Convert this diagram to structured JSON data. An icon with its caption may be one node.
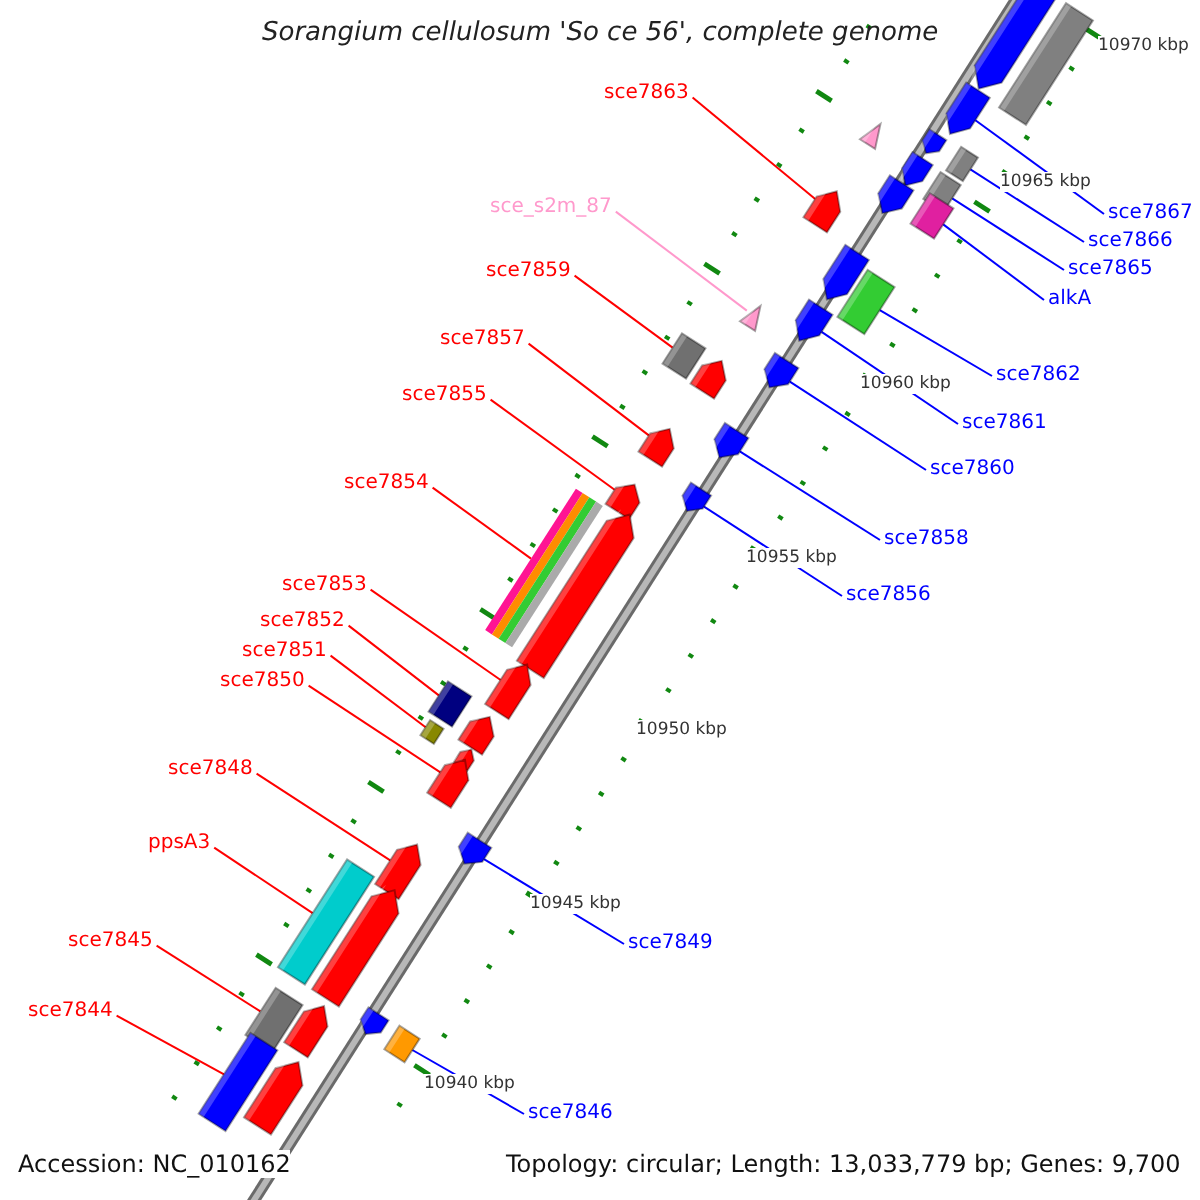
{
  "diagram": {
    "title": "Sorangium cellulosum 'So ce 56', complete genome",
    "nodes": [
      {
        "text": [
          "sce7863"
        ]
      },
      {
        "text": [
          "sce_s2m_87"
        ]
      },
      {
        "text": [
          "sce7859"
        ]
      },
      {
        "text": [
          "sce7857"
        ]
      },
      {
        "text": [
          "sce7855"
        ]
      },
      {
        "text": [
          "sce7854"
        ]
      },
      {
        "text": [
          "sce7853"
        ]
      },
      {
        "text": [
          "sce7852"
        ]
      },
      {
        "text": [
          "sce7851"
        ]
      },
      {
        "text": [
          "sce7850"
        ]
      },
      {
        "text": [
          "sce7848"
        ]
      },
      {
        "text": [
          "ppsA3"
        ]
      },
      {
        "text": [
          "sce7845"
        ]
      },
      {
        "text": [
          "sce7844"
        ]
      },
      {
        "text": [
          "sce7867"
        ]
      },
      {
        "text": [
          "sce7866"
        ]
      },
      {
        "text": [
          "sce7865"
        ]
      },
      {
        "text": [
          "alkA"
        ]
      },
      {
        "text": [
          "sce7862"
        ]
      },
      {
        "text": [
          "sce7861"
        ]
      },
      {
        "text": [
          "sce7860"
        ]
      },
      {
        "text": [
          "sce7858"
        ]
      },
      {
        "text": [
          "sce7856"
        ]
      },
      {
        "text": [
          "sce7849"
        ]
      },
      {
        "text": [
          "sce7846"
        ]
      },
      {
        "text": [],
        "shape": "arrow"
      },
      {
        "text": [],
        "shape": "box"
      },
      {
        "text": [],
        "shape": "arrow"
      },
      {
        "text": [],
        "shape": "triangle"
      },
      {
        "text": [],
        "shape": "arrow"
      },
      {
        "text": [],
        "shape": "box"
      },
      {
        "text": [],
        "shape": "arrow"
      },
      {
        "text": [],
        "shape": "box"
      },
      {
        "text": [],
        "shape": "arrow"
      },
      {
        "text": [],
        "shape": "arrow"
      },
      {
        "text": [],
        "shape": "box"
      },
      {
        "text": [],
        "shape": "arrow"
      },
      {
        "text": [],
        "shape": "box"
      },
      {
        "text": [],
        "shape": "triangle"
      },
      {
        "text": [],
        "shape": "arrow"
      },
      {
        "text": [],
        "shape": "box"
      },
      {
        "text": [],
        "shape": "arrow"
      },
      {
        "text": [],
        "shape": "arrow"
      },
      {
        "text": [],
        "shape": "arrow"
      },
      {
        "text": [],
        "shape": "arrow"
      },
      {
        "text": [],
        "shape": "arrow"
      },
      {
        "text": [],
        "shape": "arrow"
      },
      {
        "text": [],
        "shape": "box"
      },
      {
        "text": [],
        "shape": "arrow"
      },
      {
        "text": [],
        "shape": "arrow"
      },
      {
        "text": [],
        "shape": "box"
      },
      {
        "text": [],
        "shape": "box"
      },
      {
        "text": [],
        "shape": "arrow"
      },
      {
        "text": [],
        "shape": "arrow"
      },
      {
        "text": [],
        "shape": "arrow"
      },
      {
        "text": [],
        "shape": "arrow"
      },
      {
        "text": [],
        "shape": "arrow"
      },
      {
        "text": [],
        "shape": "box"
      },
      {
        "text": [],
        "shape": "arrow"
      },
      {
        "text": [],
        "shape": "box"
      },
      {
        "text": [],
        "shape": "arrow"
      },
      {
        "text": [],
        "shape": "box"
      },
      {
        "text": [],
        "shape": "arrow"
      },
      {
        "text": [],
        "shape": "box"
      },
      {
        "text": [],
        "shape": "arrow"
      }
    ],
    "edges": [
      {
        "from": 0,
        "to": 34,
        "arrow": "none"
      },
      {
        "from": 1,
        "to": 38,
        "arrow": "none",
        "color": "#ff99cc"
      },
      {
        "from": 2,
        "to": 40,
        "arrow": "none"
      },
      {
        "from": 3,
        "to": 43,
        "arrow": "none"
      },
      {
        "from": 4,
        "to": 45,
        "arrow": "none"
      },
      {
        "from": 5,
        "to": 47,
        "arrow": "none"
      },
      {
        "from": 6,
        "to": 49,
        "arrow": "none"
      },
      {
        "from": 7,
        "to": 50,
        "arrow": "none"
      },
      {
        "from": 8,
        "to": 51,
        "arrow": "none"
      },
      {
        "from": 9,
        "to": 54,
        "arrow": "none"
      },
      {
        "from": 10,
        "to": 56,
        "arrow": "none"
      },
      {
        "from": 11,
        "to": 57,
        "arrow": "none"
      },
      {
        "from": 12,
        "to": 59,
        "arrow": "none"
      },
      {
        "from": 13,
        "to": 63,
        "arrow": "none"
      },
      {
        "from": 14,
        "to": 27,
        "arrow": "none",
        "color": "#0000ff"
      },
      {
        "from": 15,
        "to": 30,
        "arrow": "none",
        "color": "#0000ff"
      },
      {
        "from": 16,
        "to": 32,
        "arrow": "none",
        "color": "#0000ff"
      },
      {
        "from": 17,
        "to": 35,
        "arrow": "none",
        "color": "#0000ff"
      },
      {
        "from": 18,
        "to": 37,
        "arrow": "none",
        "color": "#0000ff"
      },
      {
        "from": 19,
        "to": 39,
        "arrow": "none",
        "color": "#0000ff"
      },
      {
        "from": 20,
        "to": 42,
        "arrow": "none",
        "color": "#0000ff"
      },
      {
        "from": 21,
        "to": 44,
        "arrow": "none",
        "color": "#0000ff"
      },
      {
        "from": 22,
        "to": 46,
        "arrow": "none",
        "color": "#0000ff"
      },
      {
        "from": 23,
        "to": 55,
        "arrow": "none",
        "color": "#0000ff"
      },
      {
        "from": 24,
        "to": 61,
        "arrow": "none",
        "color": "#0000ff"
      }
    ],
    "labels": [
      "10970 kbp",
      "10965 kbp",
      "10960 kbp",
      "10955 kbp",
      "10950 kbp",
      "10945 kbp",
      "10940 kbp",
      "Accession: NC_010162",
      "Topology: circular; Length: 13,033,779 bp; Genes: 9,700"
    ]
  }
}
